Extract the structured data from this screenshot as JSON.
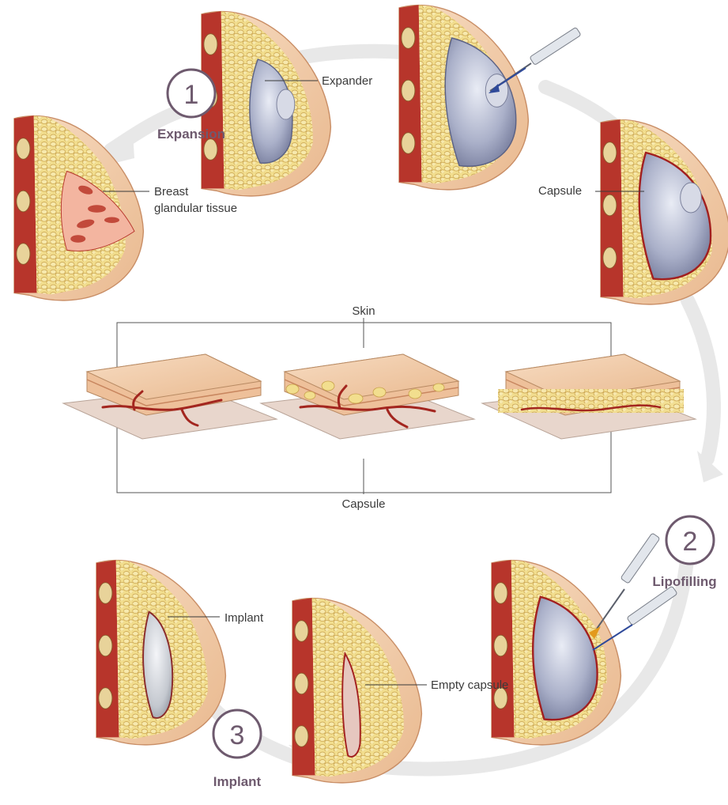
{
  "steps": [
    {
      "number": "1",
      "title": "Expansion"
    },
    {
      "number": "2",
      "title": "Lipofilling"
    },
    {
      "number": "3",
      "title": "Implant"
    }
  ],
  "labels": {
    "breast_line1": "Breast",
    "breast_line2": "glandular tissue",
    "expander": "Expander",
    "capsule_top": "Capsule",
    "skin": "Skin",
    "capsule_bottom": "Capsule",
    "empty_capsule": "Empty capsule",
    "implant": "Implant"
  },
  "colors": {
    "step_accent": "#6e5a6e",
    "arrow": "#e6e6e6",
    "skin": "#f1c9a6",
    "muscle": "#b7352b",
    "fat": "#f2de8e",
    "implant": "#a9aec7"
  }
}
